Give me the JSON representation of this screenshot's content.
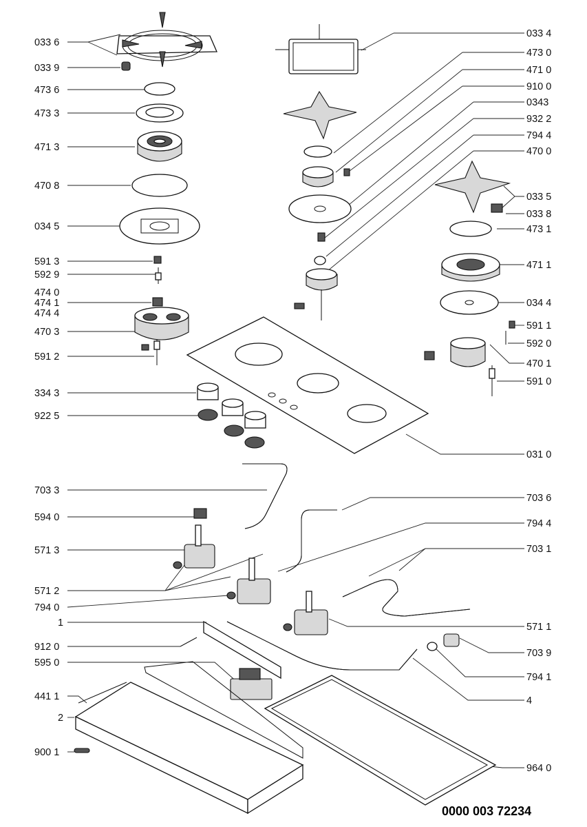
{
  "diagram": {
    "left_labels": [
      "033 6",
      "033 9",
      "473 6",
      "473 3",
      "471 3",
      "470 8",
      "034 5",
      "591 3",
      "592 9",
      "474 0",
      "474 1",
      "474 4",
      "470 3",
      "591 2",
      "334 3",
      "922 5",
      "703 3",
      "594 0",
      "571 3",
      "571 2",
      "794 0",
      "1",
      "912 0",
      "595 0",
      "441 1",
      "2",
      "900 1"
    ],
    "right_labels": [
      "033 4",
      "473 0",
      "471 0",
      "910 0",
      "0343",
      "932 2",
      "794 4",
      "470 0",
      "033 5",
      "033 8",
      "473 1",
      "471 1",
      "034 4",
      "591 1",
      "592 0",
      "470 1",
      "591 0",
      "031 0",
      "703 6",
      "794 4",
      "703 1",
      "571 1",
      "703 9",
      "794 1",
      "4",
      "964 0"
    ],
    "drawing_number": "0000 003 72234"
  }
}
